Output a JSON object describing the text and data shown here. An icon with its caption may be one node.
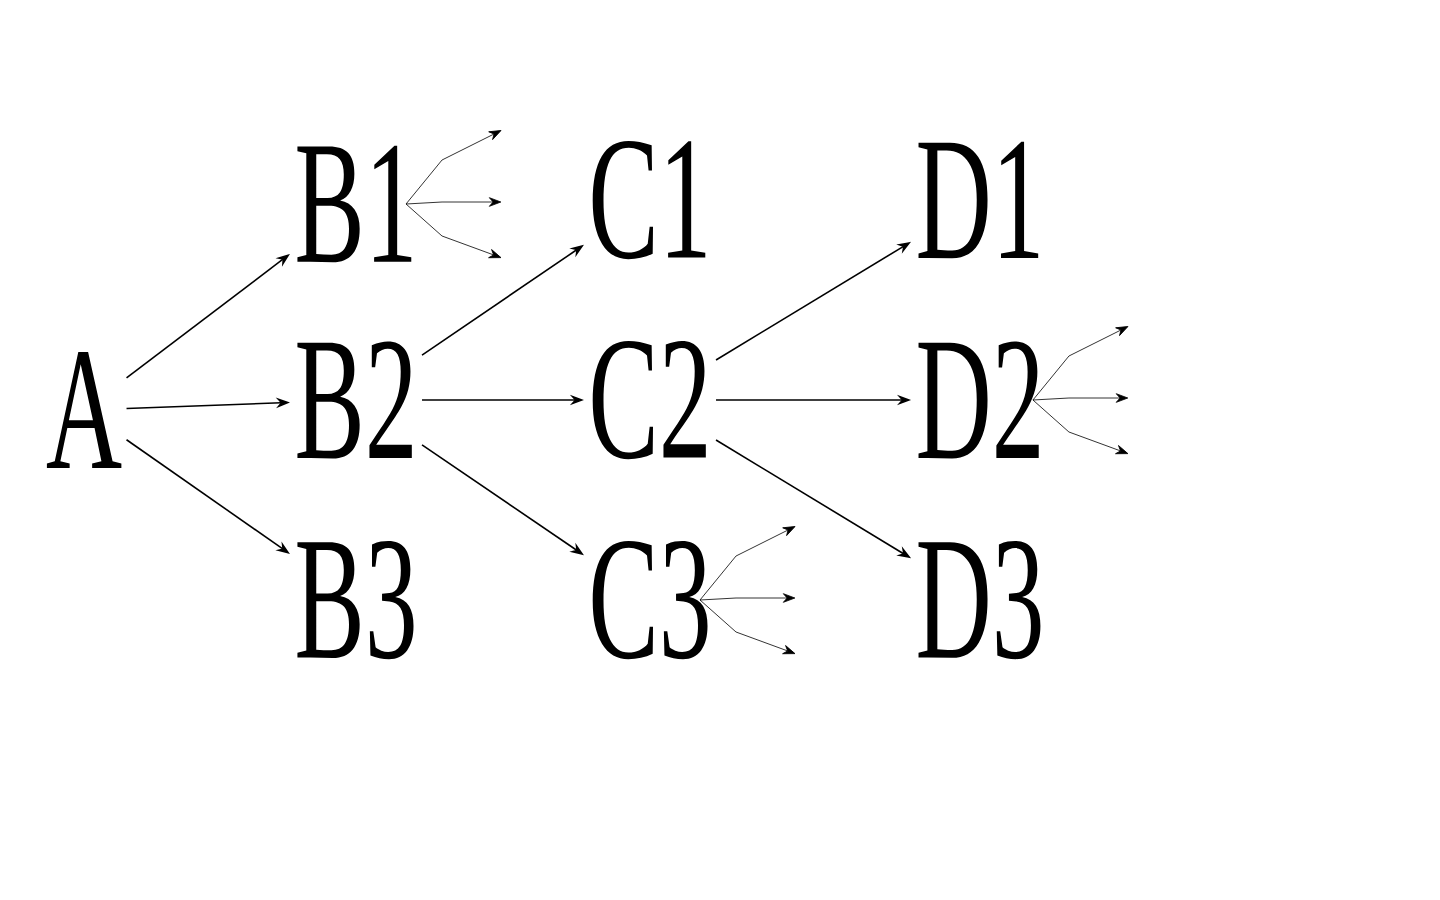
{
  "diagram": {
    "nodes": [
      {
        "text": [
          "A"
        ]
      },
      {
        "text": [
          "B1"
        ]
      },
      {
        "text": [
          "B2"
        ]
      },
      {
        "text": [
          "B3"
        ]
      },
      {
        "text": [
          "C1"
        ]
      },
      {
        "text": [
          "C2"
        ]
      },
      {
        "text": [
          "C3"
        ]
      },
      {
        "text": [
          "D1"
        ]
      },
      {
        "text": [
          "D2"
        ]
      },
      {
        "text": [
          "D3"
        ]
      }
    ],
    "edges": [
      {
        "from": 0,
        "to": 1,
        "arrow": "to"
      },
      {
        "from": 0,
        "to": 2,
        "arrow": "to"
      },
      {
        "from": 0,
        "to": 3,
        "arrow": "to"
      },
      {
        "from": 2,
        "to": 4,
        "arrow": "to"
      },
      {
        "from": 2,
        "to": 5,
        "arrow": "to"
      },
      {
        "from": 2,
        "to": 6,
        "arrow": "to"
      },
      {
        "from": 5,
        "to": 7,
        "arrow": "to"
      },
      {
        "from": 5,
        "to": 8,
        "arrow": "to"
      },
      {
        "from": 5,
        "to": 9,
        "arrow": "to"
      },
      {
        "from": 1,
        "to": null,
        "arrow": "to"
      },
      {
        "from": 1,
        "to": null,
        "arrow": "to"
      },
      {
        "from": 1,
        "to": null,
        "arrow": "to"
      },
      {
        "from": 6,
        "to": null,
        "arrow": "to"
      },
      {
        "from": 6,
        "to": null,
        "arrow": "to"
      },
      {
        "from": 6,
        "to": null,
        "arrow": "to"
      },
      {
        "from": 8,
        "to": null,
        "arrow": "to"
      },
      {
        "from": 8,
        "to": null,
        "arrow": "to"
      },
      {
        "from": 8,
        "to": null,
        "arrow": "to"
      }
    ]
  }
}
